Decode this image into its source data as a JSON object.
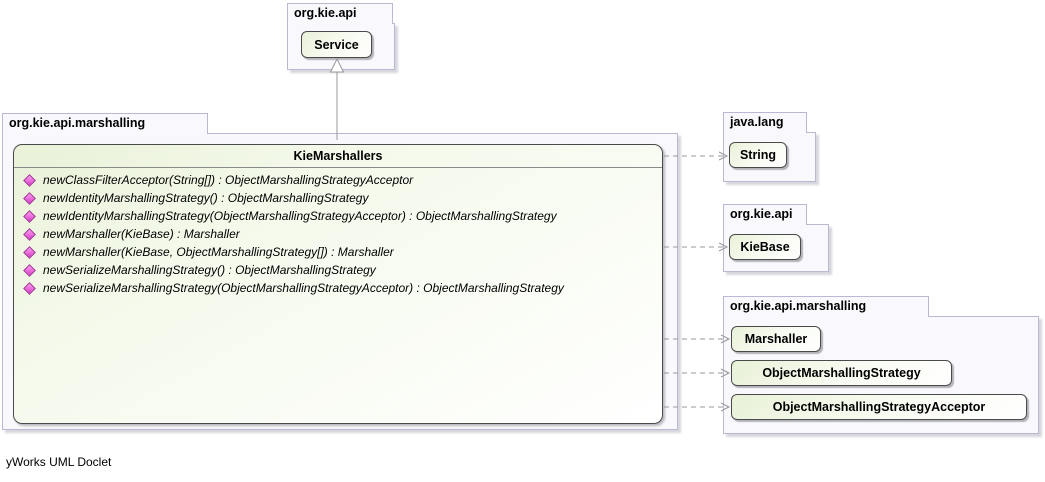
{
  "footer": "yWorks UML Doclet",
  "top_package": {
    "label": "org.kie.api",
    "class": "Service"
  },
  "main_package": {
    "label": "org.kie.api.marshalling",
    "class_name": "KieMarshallers",
    "methods": [
      "newClassFilterAcceptor(String[]) : ObjectMarshallingStrategyAcceptor",
      "newIdentityMarshallingStrategy() : ObjectMarshallingStrategy",
      "newIdentityMarshallingStrategy(ObjectMarshallingStrategyAcceptor) : ObjectMarshallingStrategy",
      "newMarshaller(KieBase) : Marshaller",
      "newMarshaller(KieBase, ObjectMarshallingStrategy[]) : Marshaller",
      "newSerializeMarshallingStrategy() : ObjectMarshallingStrategy",
      "newSerializeMarshallingStrategy(ObjectMarshallingStrategyAcceptor) : ObjectMarshallingStrategy"
    ]
  },
  "right_packages": [
    {
      "label": "java.lang",
      "classes": [
        "String"
      ]
    },
    {
      "label": "org.kie.api",
      "classes": [
        "KieBase"
      ]
    },
    {
      "label": "org.kie.api.marshalling",
      "classes": [
        "Marshaller",
        "ObjectMarshallingStrategy",
        "ObjectMarshallingStrategyAcceptor"
      ]
    }
  ],
  "edges": [
    {
      "from": "KieMarshallers",
      "to": "Service",
      "type": "generalization"
    },
    {
      "from": "KieMarshallers",
      "to": "String",
      "type": "dependency"
    },
    {
      "from": "KieMarshallers",
      "to": "KieBase",
      "type": "dependency"
    },
    {
      "from": "KieMarshallers",
      "to": "Marshaller",
      "type": "dependency"
    },
    {
      "from": "KieMarshallers",
      "to": "ObjectMarshallingStrategy",
      "type": "dependency"
    },
    {
      "from": "KieMarshallers",
      "to": "ObjectMarshallingStrategyAcceptor",
      "type": "dependency"
    }
  ],
  "colors": {
    "background": "#ffffff",
    "class_fill_start": "#e9f1d8",
    "class_fill_end": "#ffffff",
    "class_border": "#4a4a4a",
    "package_fill": "#f9f9fd",
    "package_border": "#b9b9d2",
    "edge": "#999999",
    "method_icon": "#d63fc7"
  }
}
